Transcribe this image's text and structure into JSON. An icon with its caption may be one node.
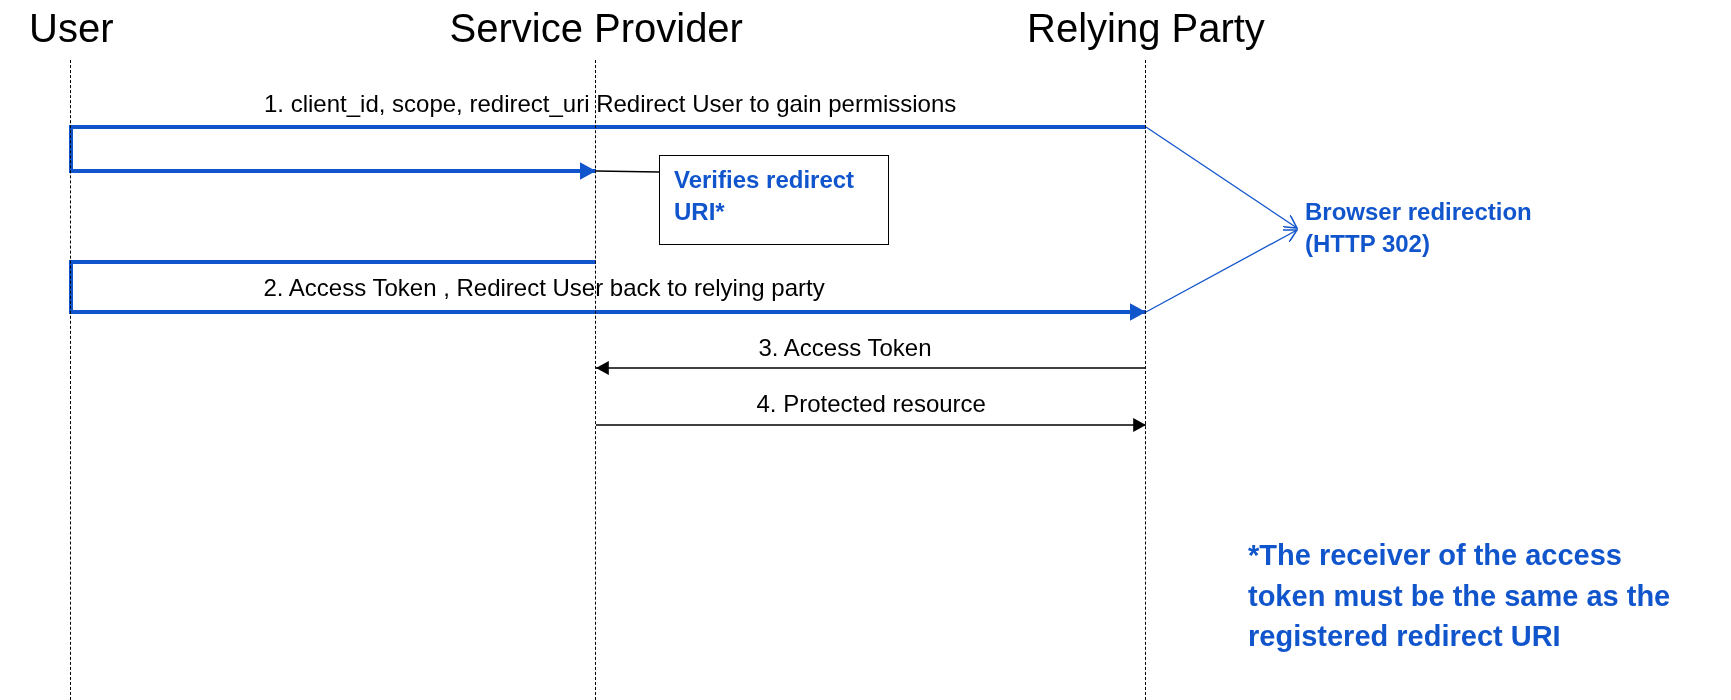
{
  "diagram": {
    "nodes": [
      {
        "text": [
          "User"
        ]
      },
      {
        "text": [
          "Service Provider"
        ]
      },
      {
        "text": [
          "Relying Party"
        ]
      },
      {
        "text": [
          "Verifies redirect URI*"
        ]
      },
      {
        "text": [
          "Browser redirection (HTTP 302)"
        ]
      }
    ],
    "edges": [
      {
        "from": 2,
        "to": 1,
        "arrow": "to",
        "label": "1. client_id, scope, redirect_uri Redirect User to gain permissions",
        "style": "thick",
        "color": "#1155cc"
      },
      {
        "from": 1,
        "to": 2,
        "arrow": "to",
        "label": "2. Access Token ,  Redirect User back to relying party",
        "style": "thick",
        "color": "#1155cc"
      },
      {
        "from": 2,
        "to": 1,
        "arrow": "to",
        "label": "3. Access Token",
        "color": "#000000"
      },
      {
        "from": 1,
        "to": 2,
        "arrow": "to",
        "label": "4. Protected resource",
        "color": "#000000"
      },
      {
        "from": 3,
        "to": 1,
        "arrow": "none",
        "color": "#000000"
      },
      {
        "from": 2,
        "to": 4,
        "arrow": "to",
        "color": "#1155cc"
      },
      {
        "from": 2,
        "to": 4,
        "arrow": "to",
        "color": "#1155cc"
      }
    ],
    "labels": [
      "*The receiver of the access token must be the same as the registered redirect URI"
    ]
  }
}
